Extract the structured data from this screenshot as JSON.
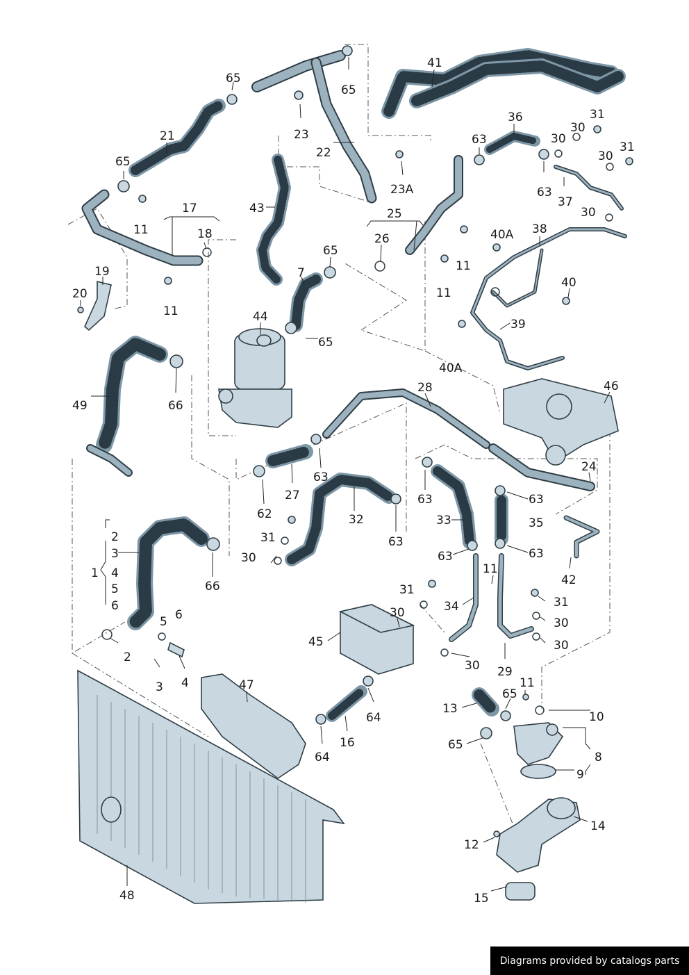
{
  "labels": [
    {
      "id": "41",
      "text": "41"
    },
    {
      "id": "65a",
      "text": "65"
    },
    {
      "id": "65b",
      "text": "65"
    },
    {
      "id": "21",
      "text": "21"
    },
    {
      "id": "23",
      "text": "23"
    },
    {
      "id": "22",
      "text": "22"
    },
    {
      "id": "36",
      "text": "36"
    },
    {
      "id": "31a",
      "text": "31"
    },
    {
      "id": "30a",
      "text": "30"
    },
    {
      "id": "30b",
      "text": "30"
    },
    {
      "id": "31b",
      "text": "31"
    },
    {
      "id": "30c",
      "text": "30"
    },
    {
      "id": "63a",
      "text": "63"
    },
    {
      "id": "63b",
      "text": "63"
    },
    {
      "id": "37",
      "text": "37"
    },
    {
      "id": "30d",
      "text": "30"
    },
    {
      "id": "65c",
      "text": "65"
    },
    {
      "id": "11a",
      "text": "11"
    },
    {
      "id": "23A",
      "text": "23A"
    },
    {
      "id": "17",
      "text": "17"
    },
    {
      "id": "18",
      "text": "18"
    },
    {
      "id": "43",
      "text": "43"
    },
    {
      "id": "25",
      "text": "25"
    },
    {
      "id": "26",
      "text": "26"
    },
    {
      "id": "40Aa",
      "text": "40A"
    },
    {
      "id": "38",
      "text": "38"
    },
    {
      "id": "65d",
      "text": "65"
    },
    {
      "id": "11b",
      "text": "11"
    },
    {
      "id": "19",
      "text": "19"
    },
    {
      "id": "7",
      "text": "7"
    },
    {
      "id": "11c",
      "text": "11"
    },
    {
      "id": "40",
      "text": "40"
    },
    {
      "id": "20",
      "text": "20"
    },
    {
      "id": "11d",
      "text": "11"
    },
    {
      "id": "44",
      "text": "44"
    },
    {
      "id": "39",
      "text": "39"
    },
    {
      "id": "65e",
      "text": "65"
    },
    {
      "id": "40Ab",
      "text": "40A"
    },
    {
      "id": "49",
      "text": "49"
    },
    {
      "id": "66a",
      "text": "66"
    },
    {
      "id": "28",
      "text": "28"
    },
    {
      "id": "46",
      "text": "46"
    },
    {
      "id": "24",
      "text": "24"
    },
    {
      "id": "63c",
      "text": "63"
    },
    {
      "id": "27",
      "text": "27"
    },
    {
      "id": "62",
      "text": "62"
    },
    {
      "id": "32",
      "text": "32"
    },
    {
      "id": "63d",
      "text": "63"
    },
    {
      "id": "63e",
      "text": "63"
    },
    {
      "id": "35",
      "text": "35"
    },
    {
      "id": "33",
      "text": "33"
    },
    {
      "id": "63f",
      "text": "63"
    },
    {
      "id": "63g",
      "text": "63"
    },
    {
      "id": "63h",
      "text": "63"
    },
    {
      "id": "2a",
      "text": "2"
    },
    {
      "id": "3a",
      "text": "3"
    },
    {
      "id": "1",
      "text": "1"
    },
    {
      "id": "4a",
      "text": "4"
    },
    {
      "id": "5a",
      "text": "5"
    },
    {
      "id": "6a",
      "text": "6"
    },
    {
      "id": "31c",
      "text": "31"
    },
    {
      "id": "30e",
      "text": "30"
    },
    {
      "id": "66b",
      "text": "66"
    },
    {
      "id": "42",
      "text": "42"
    },
    {
      "id": "11e",
      "text": "11"
    },
    {
      "id": "31d",
      "text": "31"
    },
    {
      "id": "34",
      "text": "34"
    },
    {
      "id": "31e",
      "text": "31"
    },
    {
      "id": "30f",
      "text": "30"
    },
    {
      "id": "5b",
      "text": "5"
    },
    {
      "id": "6b",
      "text": "6"
    },
    {
      "id": "45",
      "text": "45"
    },
    {
      "id": "30g",
      "text": "30"
    },
    {
      "id": "30h",
      "text": "30"
    },
    {
      "id": "2b",
      "text": "2"
    },
    {
      "id": "30i",
      "text": "30"
    },
    {
      "id": "3b",
      "text": "3"
    },
    {
      "id": "4b",
      "text": "4"
    },
    {
      "id": "29",
      "text": "29"
    },
    {
      "id": "47",
      "text": "47"
    },
    {
      "id": "11f",
      "text": "11"
    },
    {
      "id": "65f",
      "text": "65"
    },
    {
      "id": "13",
      "text": "13"
    },
    {
      "id": "10",
      "text": "10"
    },
    {
      "id": "64a",
      "text": "64"
    },
    {
      "id": "16",
      "text": "16"
    },
    {
      "id": "64b",
      "text": "64"
    },
    {
      "id": "65g",
      "text": "65"
    },
    {
      "id": "8",
      "text": "8"
    },
    {
      "id": "9",
      "text": "9"
    },
    {
      "id": "14",
      "text": "14"
    },
    {
      "id": "12",
      "text": "12"
    },
    {
      "id": "48",
      "text": "48"
    },
    {
      "id": "15",
      "text": "15"
    }
  ],
  "footer": {
    "text": "Diagrams provided by catalogs parts"
  }
}
